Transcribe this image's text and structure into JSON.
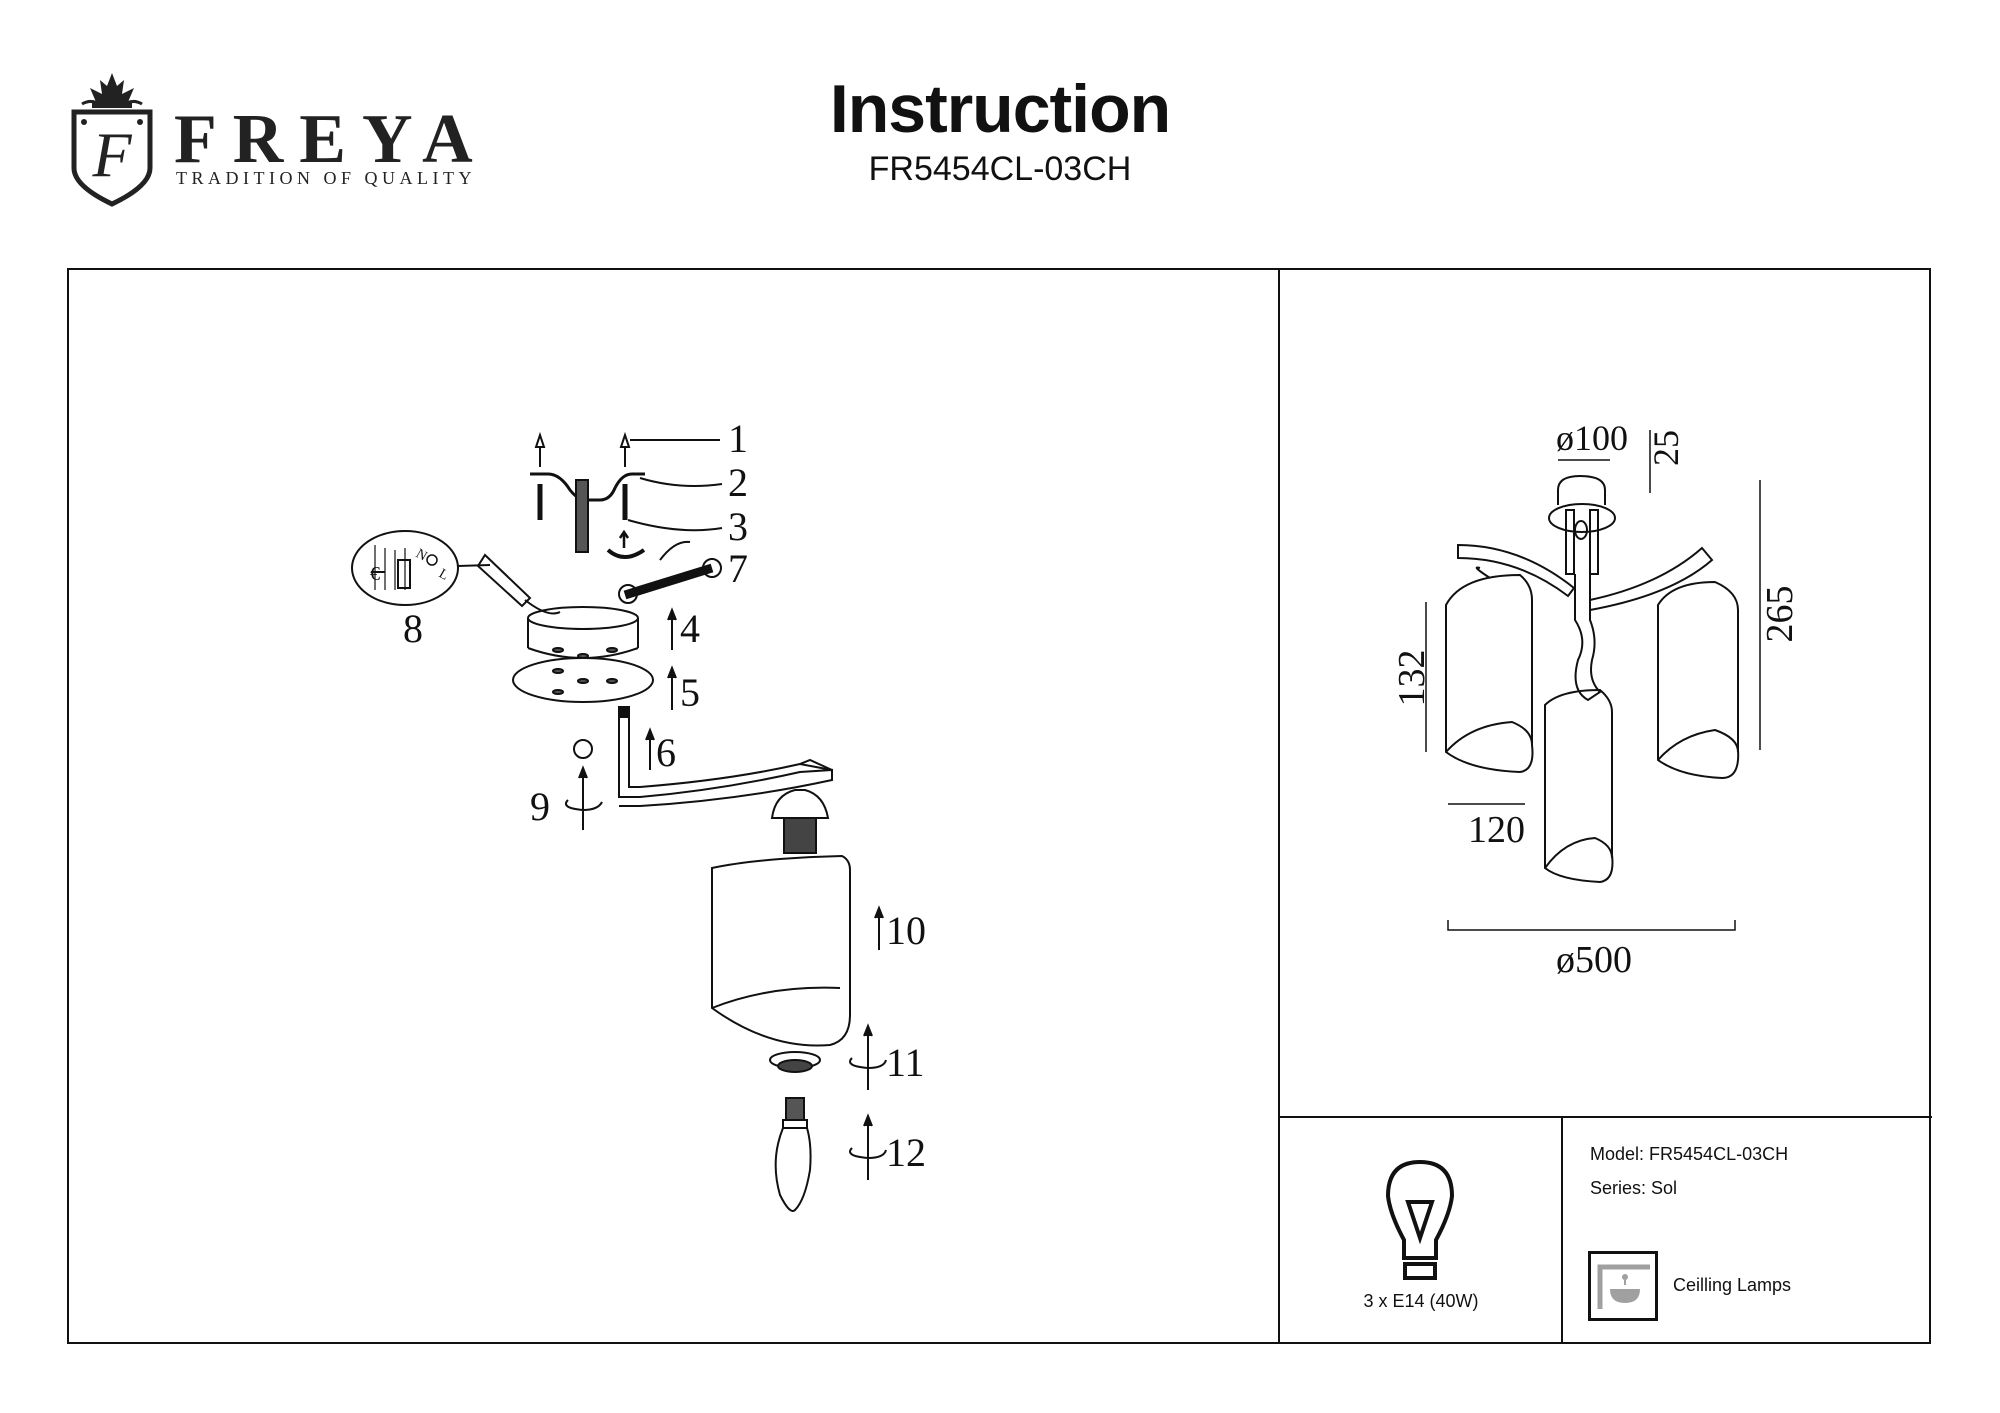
{
  "header": {
    "brand_name": "FREYA",
    "brand_tagline": "TRADITION OF QUALITY",
    "title": "Instruction",
    "model_code": "FR5454CL-03CH"
  },
  "assembly_diagram": {
    "step_labels": [
      "1",
      "2",
      "3",
      "4",
      "5",
      "6",
      "7",
      "8",
      "9",
      "10",
      "11",
      "12"
    ],
    "wiring_marks": [
      "N",
      "L"
    ]
  },
  "dimensions": {
    "canopy_diameter": "ø100",
    "canopy_height": "25",
    "total_height": "265",
    "shade_height": "132",
    "shade_width": "120",
    "total_diameter": "ø500"
  },
  "specs": {
    "bulb_caption": "3 x E14 (40W)",
    "model_line": "Model: FR5454CL-03CH",
    "series_line": "Series: Sol",
    "category": "Ceilling Lamps"
  },
  "colors": {
    "ink": "#111111",
    "icon_gray": "#a0a0a0"
  }
}
